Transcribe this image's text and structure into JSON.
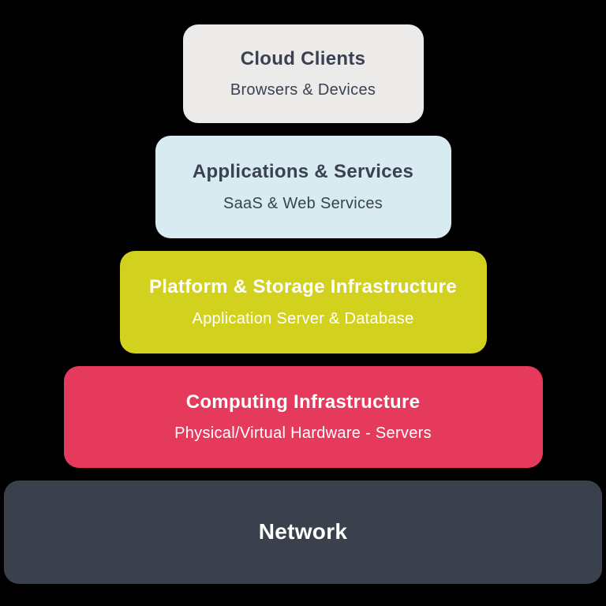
{
  "page": {
    "background": "#000000"
  },
  "diagram": {
    "name": "cloud-computing-stack",
    "layers": [
      {
        "id": "cloud-clients",
        "title": "Cloud Clients",
        "subtitle": "Browsers & Devices",
        "background": "#ECEBE9",
        "text_color": "#3A4152"
      },
      {
        "id": "applications-services",
        "title": "Applications & Services",
        "subtitle": "SaaS & Web Services",
        "background": "#D7EBF0",
        "text_color": "#3A4152"
      },
      {
        "id": "platform-storage-infrastructure",
        "title": "Platform & Storage Infrastructure",
        "subtitle": "Application Server & Database",
        "background": "#D2D11E",
        "text_color": "#FFFFFF"
      },
      {
        "id": "computing-infrastructure",
        "title": "Computing Infrastructure",
        "subtitle": "Physical/Virtual Hardware - Servers",
        "background": "#E53A5C",
        "text_color": "#FFFFFF"
      },
      {
        "id": "network",
        "title": "Network",
        "subtitle": "",
        "background": "#3A414D",
        "text_color": "#FFFFFF"
      }
    ]
  }
}
